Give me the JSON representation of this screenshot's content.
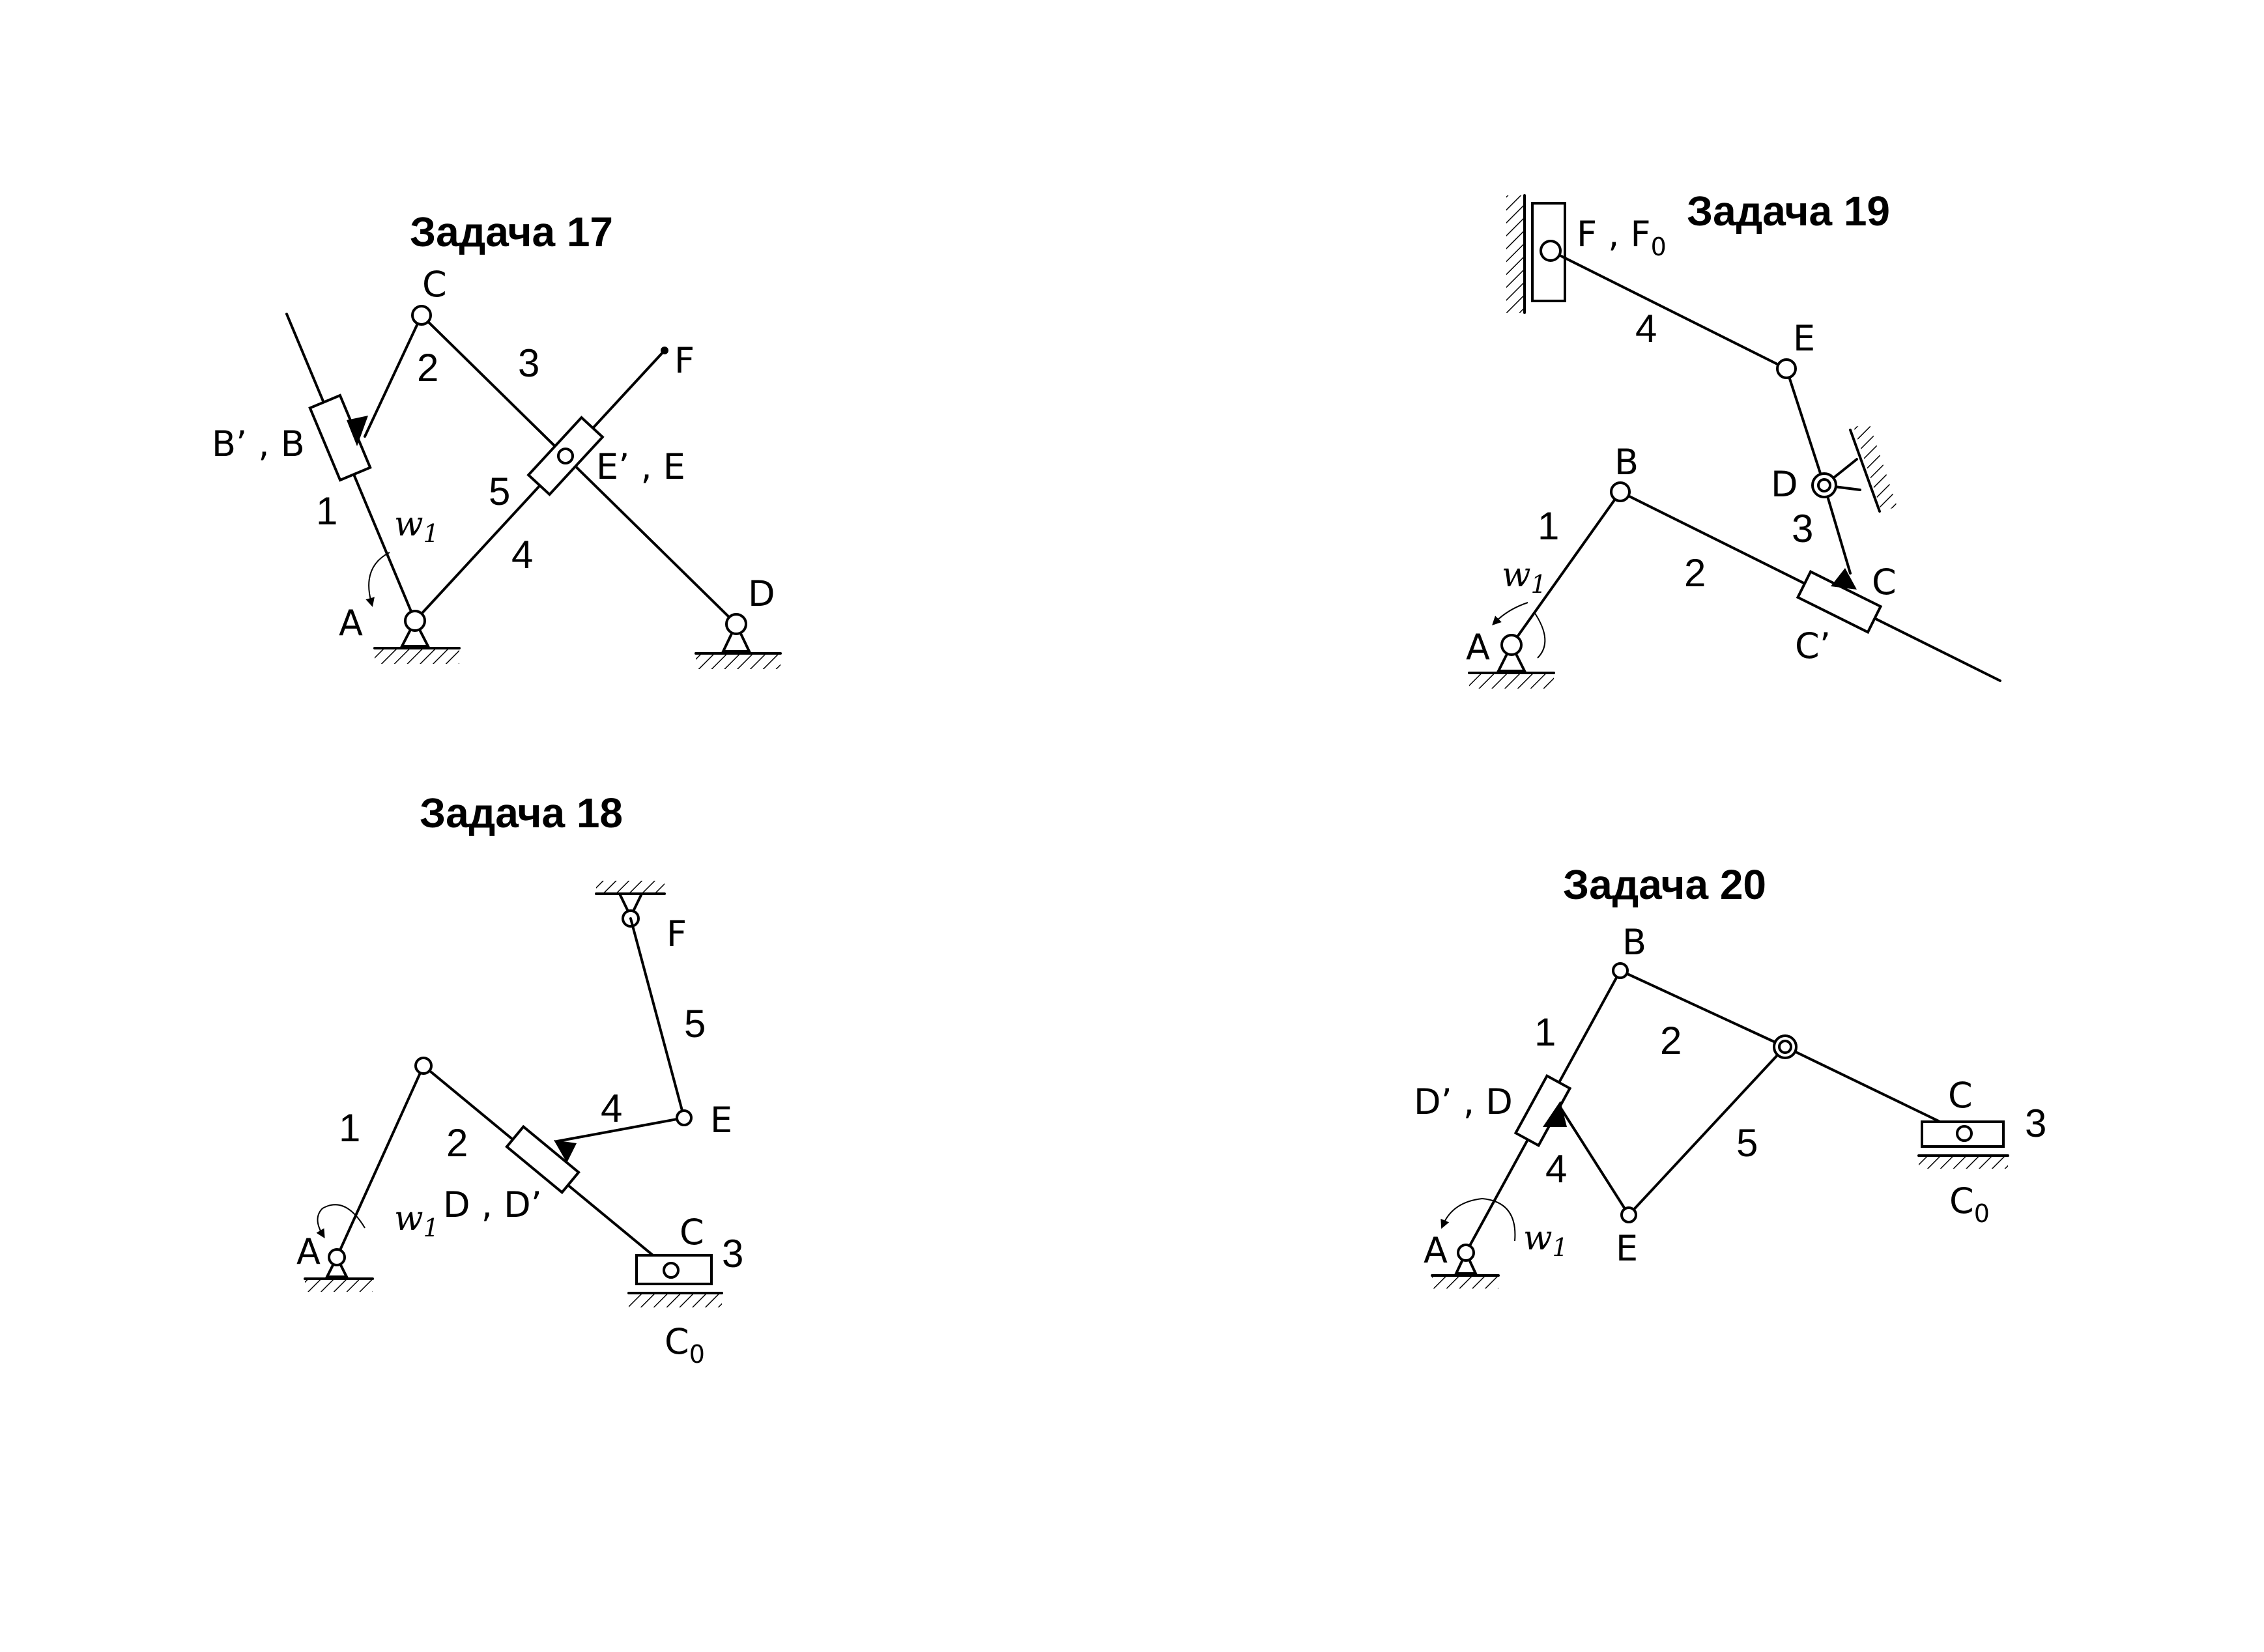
{
  "tasks": [
    {
      "title": "Задача 17",
      "points": {
        "C": "C",
        "F": "F",
        "B": "B’ , B",
        "E": "E’ , E",
        "A": "A",
        "D": "D"
      },
      "links": {
        "l1": "1",
        "l2": "2",
        "l3": "3",
        "l4": "4",
        "l5": "5"
      },
      "omega": "w",
      "omega_sub": "1"
    },
    {
      "title": "Задача 19",
      "points": {
        "F": "F , F",
        "F_sub": "0",
        "E": "E",
        "B": "B",
        "D": "D",
        "C": "C",
        "C2": "C’",
        "A": "A"
      },
      "links": {
        "l1": "1",
        "l2": "2",
        "l3": "3",
        "l4": "4"
      },
      "omega": "w",
      "omega_sub": "1"
    },
    {
      "title": "Задача 18",
      "points": {
        "F": "F",
        "E": "E",
        "D": "D , D’",
        "A": "A",
        "C": "C",
        "C0": "C",
        "C0_sub": "0"
      },
      "links": {
        "l1": "1",
        "l2": "2",
        "l3": "3",
        "l4": "4",
        "l5": "5"
      },
      "omega": "w",
      "omega_sub": "1"
    },
    {
      "title": "Задача 20",
      "points": {
        "B": "B",
        "D": "D’ , D",
        "C": "C",
        "A": "A",
        "E": "E",
        "C0": "C",
        "C0_sub": "0"
      },
      "links": {
        "l1": "1",
        "l2": "2",
        "l3": "3",
        "l4": "4",
        "l5": "5"
      },
      "omega": "w",
      "omega_sub": "1"
    }
  ]
}
